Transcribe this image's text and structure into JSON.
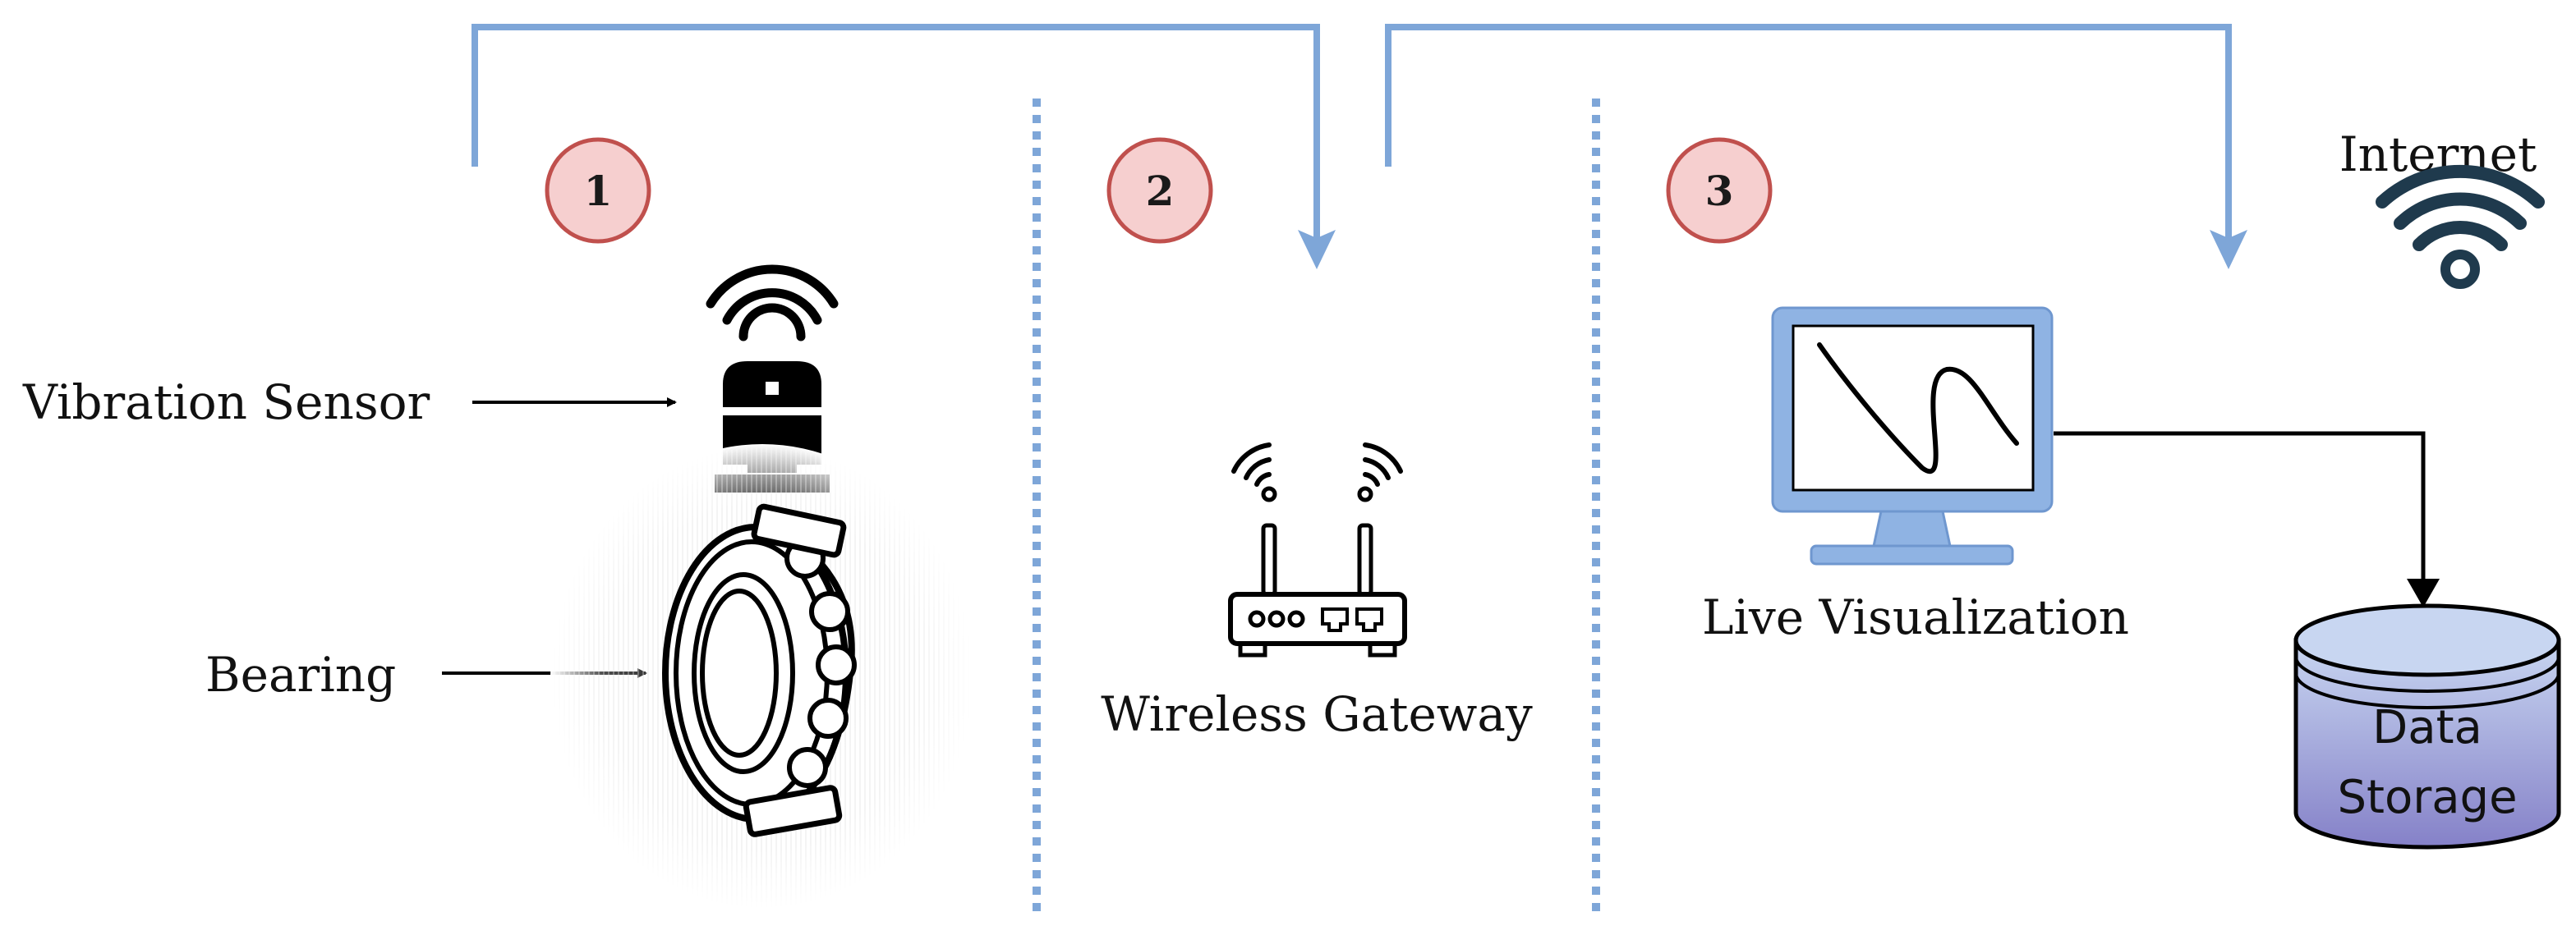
{
  "steps": [
    {
      "number": "1"
    },
    {
      "number": "2"
    },
    {
      "number": "3"
    }
  ],
  "labels": {
    "vibration_sensor": "Vibration Sensor",
    "bearing": "Bearing",
    "wireless_gateway": "Wireless Gateway",
    "live_visualization": "Live Visualization",
    "internet": "Internet",
    "data_storage_line1": "Data",
    "data_storage_line2": "Storage"
  },
  "icons": {
    "sensor": "vibration-sensor-icon",
    "bearing": "ball-bearing-icon",
    "gateway": "wireless-router-icon",
    "monitor": "monitor-icon",
    "internet": "wifi-icon",
    "storage": "database-icon"
  },
  "colors": {
    "flow_arrow": "#7ea6d8",
    "divider": "#7ea6d8",
    "step_circle_fill": "#f6cfcf",
    "step_circle_stroke": "#c0504d",
    "monitor_blue": "#8fb3e3",
    "wifi_dark": "#1f3a4d",
    "storage_top": "#bfd0ee",
    "storage_bottom": "#8a86c9"
  }
}
